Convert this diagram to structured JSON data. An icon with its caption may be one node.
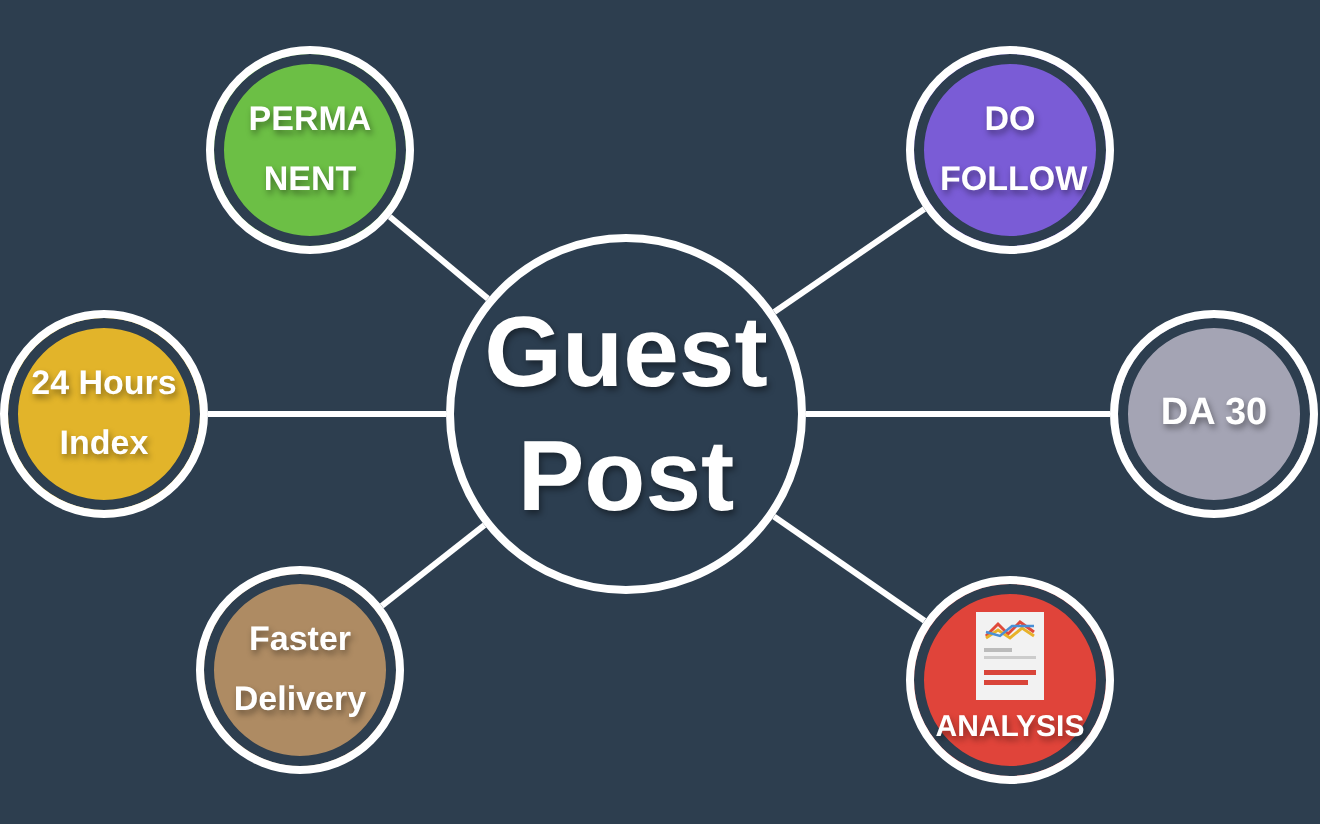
{
  "diagram": {
    "nodes": [
      {
        "text": [
          "Guest Post"
        ]
      },
      {
        "text": [
          "PERMA NENT"
        ]
      },
      {
        "text": [
          "DO FOLLOW"
        ]
      },
      {
        "text": [
          "24 Hours Index"
        ]
      },
      {
        "text": [
          "DA 30"
        ]
      },
      {
        "text": [
          "Faster Delivery"
        ]
      },
      {
        "text": [
          "ANALYSIS"
        ]
      }
    ],
    "edges": [
      {
        "from": 0,
        "to": 1,
        "arrow": "none"
      },
      {
        "from": 0,
        "to": 2,
        "arrow": "none"
      },
      {
        "from": 0,
        "to": 3,
        "arrow": "none"
      },
      {
        "from": 0,
        "to": 4,
        "arrow": "none"
      },
      {
        "from": 0,
        "to": 5,
        "arrow": "none"
      },
      {
        "from": 0,
        "to": 6,
        "arrow": "none"
      }
    ]
  }
}
